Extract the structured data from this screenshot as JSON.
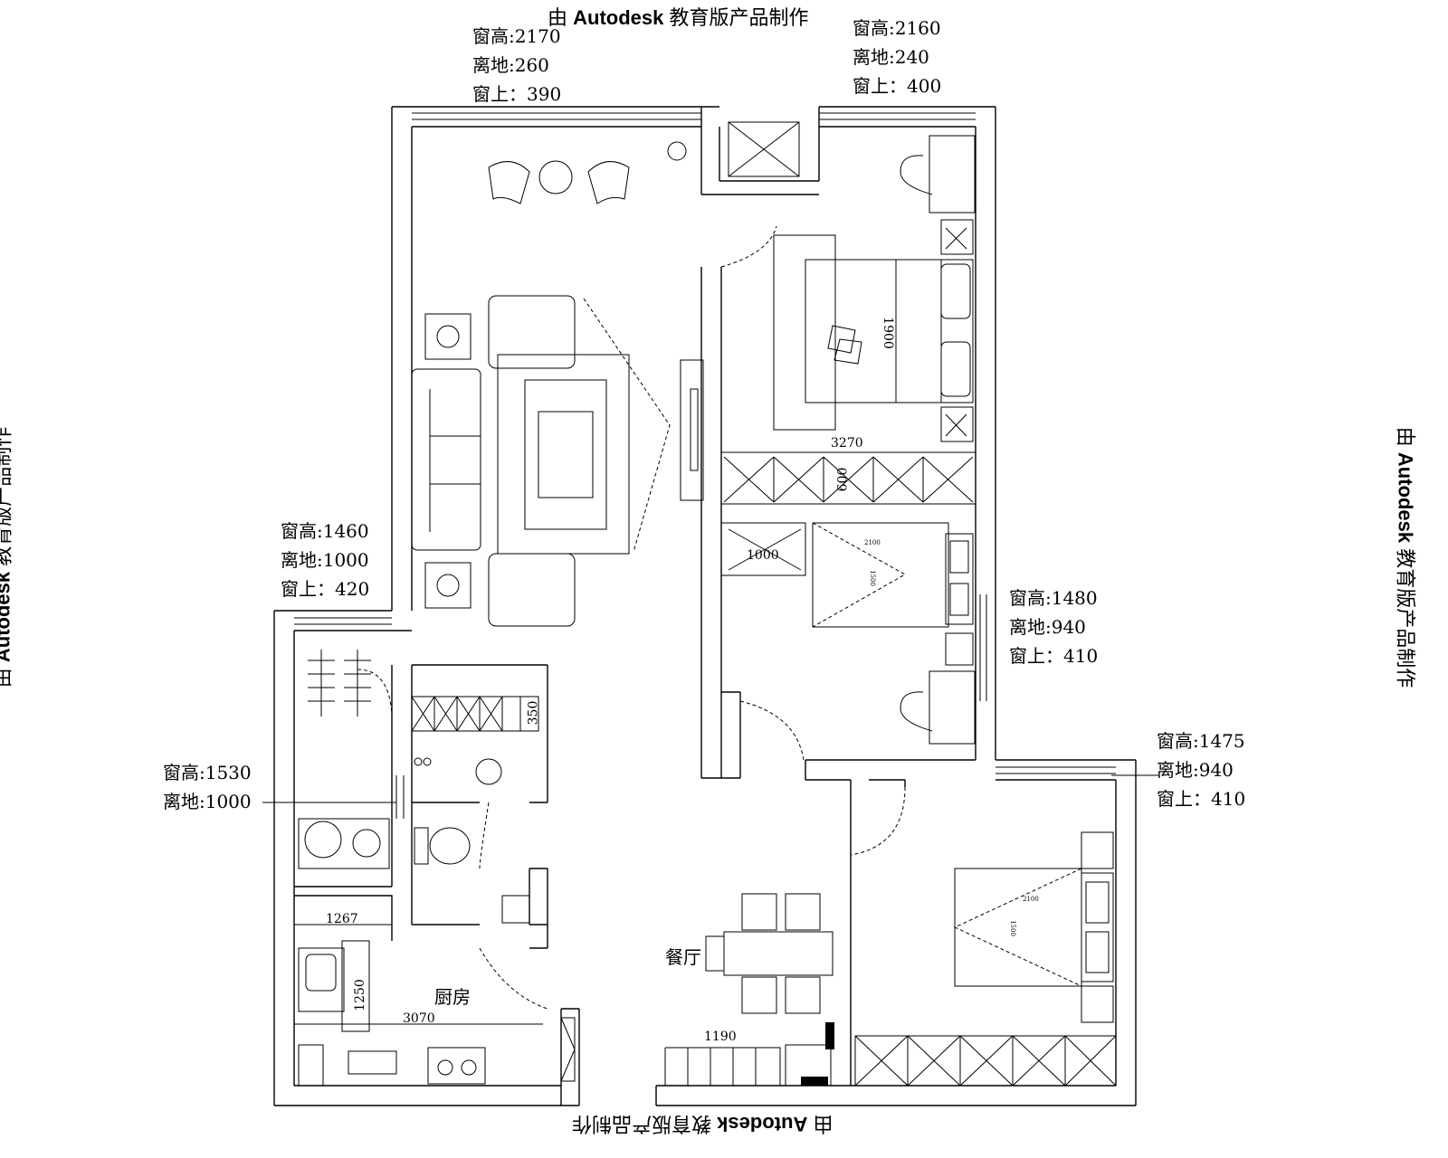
{
  "watermark": {
    "prefix": "由",
    "brand": "Autodesk",
    "suffix": "教育版产品制作"
  },
  "window_notes": [
    {
      "height": "窗高:2170",
      "ground": "离地:260",
      "above": "窗上：390"
    },
    {
      "height": "窗高:2160",
      "ground": "离地:240",
      "above": "窗上：400"
    },
    {
      "height": "窗高:1460",
      "ground": "离地:1000",
      "above": "窗上：420"
    },
    {
      "height": "窗高:1480",
      "ground": "离地:940",
      "above": "窗上：410"
    },
    {
      "height": "窗高:1530",
      "ground": "离地:1000"
    },
    {
      "height": "窗高:1475",
      "ground": "离地:940",
      "above": "窗上：410"
    }
  ],
  "dimensions": {
    "bed_length": "1900",
    "wardrobe_width": "3270",
    "wardrobe_depth": "600",
    "desk": "1000",
    "kitchen_top": "1267",
    "kitchen_depth": "1250",
    "kitchen_len": "3070",
    "bath_shelf": "350",
    "dining_cabinet": "1190",
    "bed2a": "2100",
    "bed2b": "1500",
    "bed3a": "2100",
    "bed3b": "1500"
  },
  "rooms": {
    "kitchen": "厨房",
    "dining": "餐厅"
  }
}
